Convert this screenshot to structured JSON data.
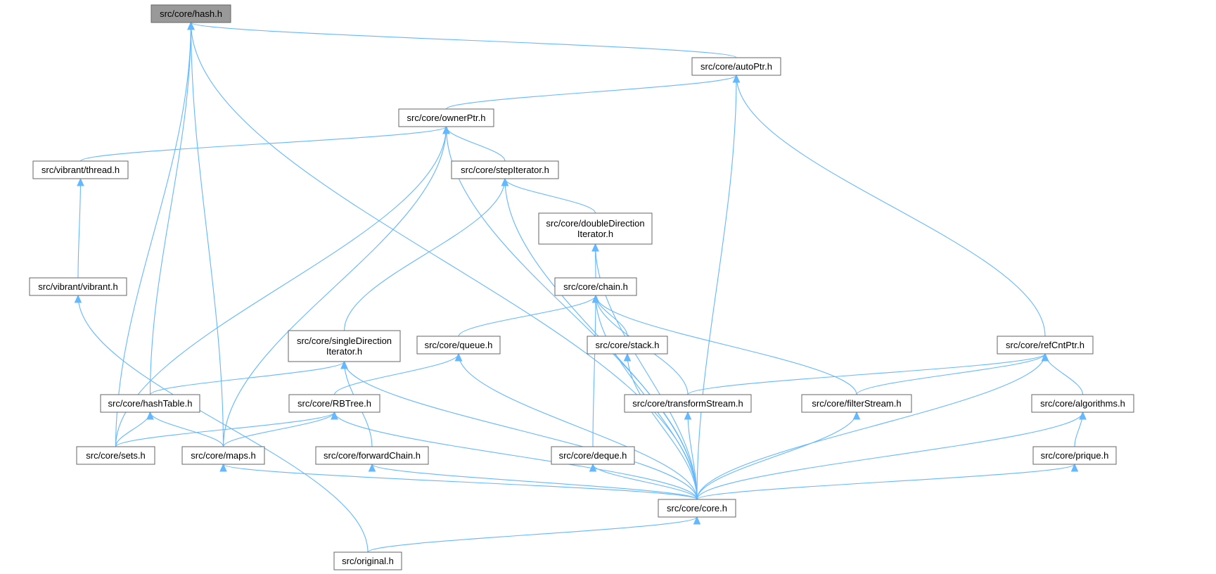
{
  "diagram": {
    "accent_color": "#63b8ff",
    "box_border_color": "#666666",
    "focus_fill_color": "#999999",
    "nodes": [
      {
        "id": "hash",
        "label": "src/core/hash.h",
        "focus": true
      },
      {
        "id": "autoPtr",
        "label": "src/core/autoPtr.h"
      },
      {
        "id": "ownerPtr",
        "label": "src/core/ownerPtr.h"
      },
      {
        "id": "thread",
        "label": "src/vibrant/thread.h"
      },
      {
        "id": "stepIterator",
        "label": "src/core/stepIterator.h"
      },
      {
        "id": "doubleDirection",
        "label": "src/core/doubleDirection\nIterator.h"
      },
      {
        "id": "vibrant",
        "label": "src/vibrant/vibrant.h"
      },
      {
        "id": "chain",
        "label": "src/core/chain.h"
      },
      {
        "id": "singleDirection",
        "label": "src/core/singleDirection\nIterator.h"
      },
      {
        "id": "queue",
        "label": "src/core/queue.h"
      },
      {
        "id": "stack",
        "label": "src/core/stack.h"
      },
      {
        "id": "refCntPtr",
        "label": "src/core/refCntPtr.h"
      },
      {
        "id": "hashTable",
        "label": "src/core/hashTable.h"
      },
      {
        "id": "RBTree",
        "label": "src/core/RBTree.h"
      },
      {
        "id": "transformStream",
        "label": "src/core/transformStream.h"
      },
      {
        "id": "filterStream",
        "label": "src/core/filterStream.h"
      },
      {
        "id": "algorithms",
        "label": "src/core/algorithms.h"
      },
      {
        "id": "sets",
        "label": "src/core/sets.h"
      },
      {
        "id": "maps",
        "label": "src/core/maps.h"
      },
      {
        "id": "forwardChain",
        "label": "src/core/forwardChain.h"
      },
      {
        "id": "deque",
        "label": "src/core/deque.h"
      },
      {
        "id": "prique",
        "label": "src/core/prique.h"
      },
      {
        "id": "core",
        "label": "src/core/core.h"
      },
      {
        "id": "original",
        "label": "src/original.h"
      }
    ],
    "edges": [
      [
        "autoPtr",
        "hash"
      ],
      [
        "sets",
        "hash"
      ],
      [
        "hashTable",
        "hash"
      ],
      [
        "maps",
        "hash"
      ],
      [
        "core",
        "hash"
      ],
      [
        "ownerPtr",
        "autoPtr"
      ],
      [
        "refCntPtr",
        "autoPtr"
      ],
      [
        "core",
        "autoPtr"
      ],
      [
        "thread",
        "ownerPtr"
      ],
      [
        "stepIterator",
        "ownerPtr"
      ],
      [
        "sets",
        "ownerPtr"
      ],
      [
        "maps",
        "ownerPtr"
      ],
      [
        "core",
        "ownerPtr"
      ],
      [
        "vibrant",
        "thread"
      ],
      [
        "original",
        "vibrant"
      ],
      [
        "doubleDirection",
        "stepIterator"
      ],
      [
        "singleDirection",
        "stepIterator"
      ],
      [
        "core",
        "stepIterator"
      ],
      [
        "chain",
        "doubleDirection"
      ],
      [
        "core",
        "doubleDirection"
      ],
      [
        "queue",
        "chain"
      ],
      [
        "stack",
        "chain"
      ],
      [
        "transformStream",
        "chain"
      ],
      [
        "filterStream",
        "chain"
      ],
      [
        "deque",
        "chain"
      ],
      [
        "core",
        "chain"
      ],
      [
        "hashTable",
        "singleDirection"
      ],
      [
        "forwardChain",
        "singleDirection"
      ],
      [
        "core",
        "singleDirection"
      ],
      [
        "RBTree",
        "queue"
      ],
      [
        "core",
        "queue"
      ],
      [
        "core",
        "stack"
      ],
      [
        "transformStream",
        "refCntPtr"
      ],
      [
        "filterStream",
        "refCntPtr"
      ],
      [
        "algorithms",
        "refCntPtr"
      ],
      [
        "core",
        "refCntPtr"
      ],
      [
        "sets",
        "hashTable"
      ],
      [
        "maps",
        "hashTable"
      ],
      [
        "sets",
        "RBTree"
      ],
      [
        "maps",
        "RBTree"
      ],
      [
        "core",
        "RBTree"
      ],
      [
        "core",
        "transformStream"
      ],
      [
        "core",
        "filterStream"
      ],
      [
        "prique",
        "algorithms"
      ],
      [
        "core",
        "algorithms"
      ],
      [
        "core",
        "maps"
      ],
      [
        "core",
        "forwardChain"
      ],
      [
        "core",
        "deque"
      ],
      [
        "core",
        "prique"
      ],
      [
        "original",
        "core"
      ]
    ]
  }
}
